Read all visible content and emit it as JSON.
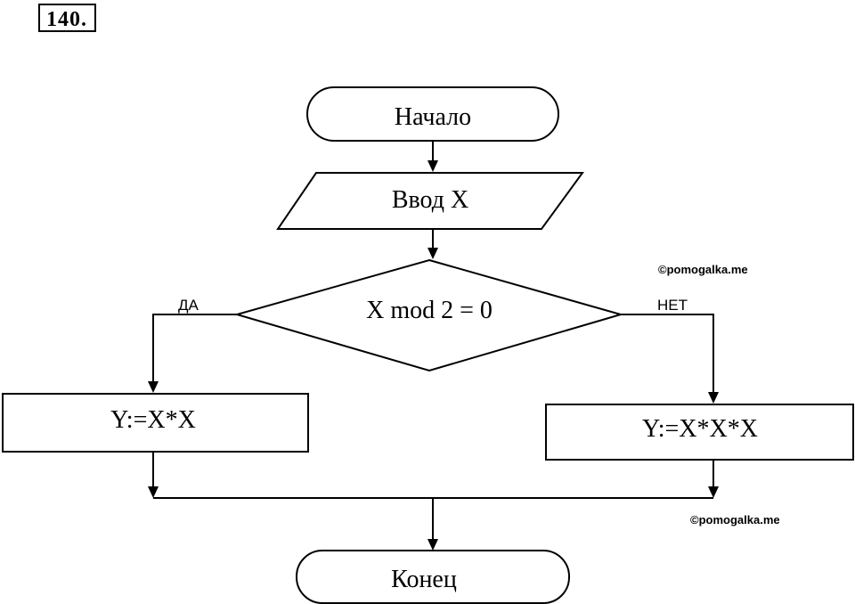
{
  "problem_number": "140.",
  "nodes": {
    "start": "Начало",
    "input": "Ввод X",
    "condition": "X mod 2 = 0",
    "yes_process": "Y:=X*X",
    "no_process": "Y:=X*X*X",
    "end": "Конец"
  },
  "branches": {
    "yes": "ДА",
    "no": "НЕТ"
  },
  "watermarks": [
    "©pomogalka.me",
    "©pomogalka.me"
  ]
}
